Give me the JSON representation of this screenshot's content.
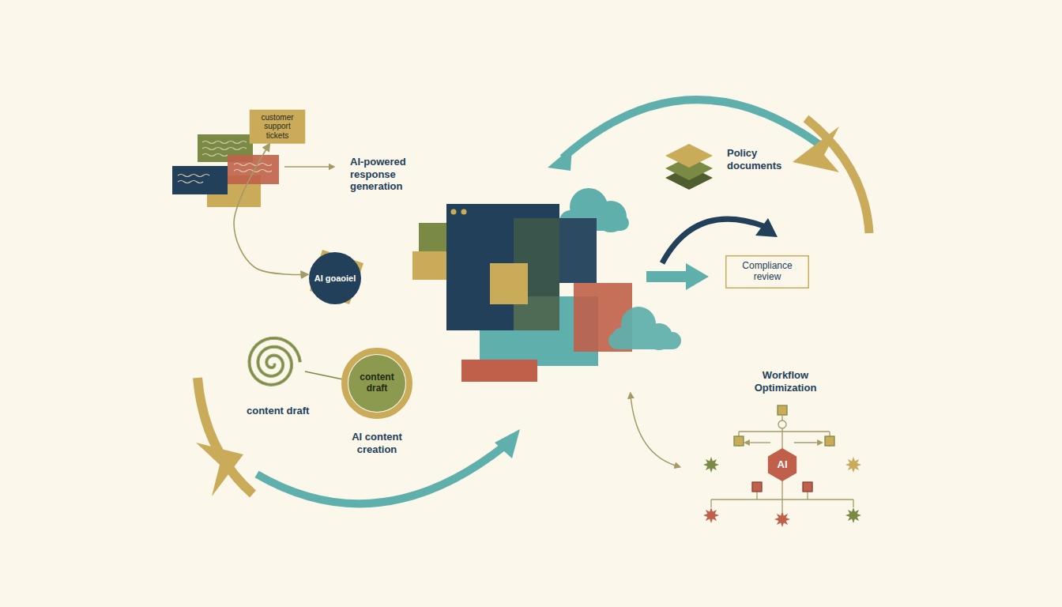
{
  "diagram": {
    "nodes": [
      {
        "text": [
          "customer support tickets"
        ]
      },
      {
        "text": [
          "AI goaoiel"
        ]
      },
      {
        "text": [
          "Compliance review"
        ]
      },
      {
        "text": [
          "content draft"
        ]
      },
      {
        "text": [
          "AI"
        ]
      }
    ],
    "edges": [
      {
        "from": 0,
        "to": 1,
        "arrow": "both"
      }
    ],
    "labels": [
      "AI-powered response generation",
      "Policy documents",
      "content draft",
      "AI content creation",
      "Workflow Optimization"
    ]
  }
}
